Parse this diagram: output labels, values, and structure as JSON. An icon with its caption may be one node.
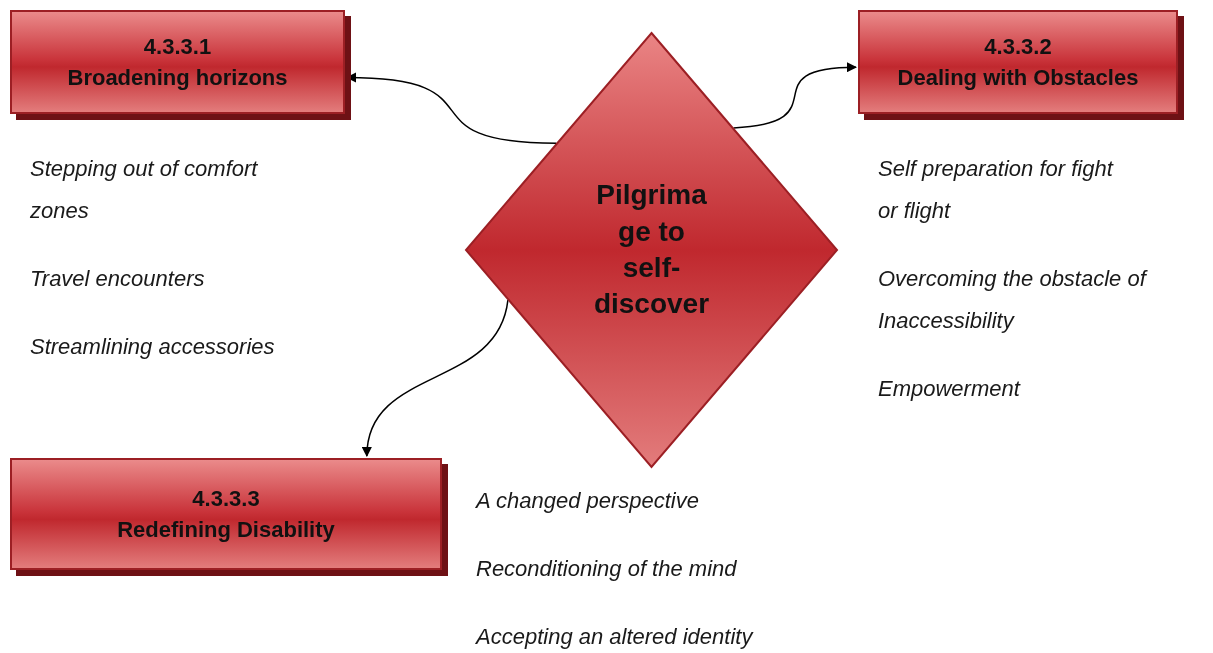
{
  "diagram": {
    "nodes": [
      {
        "text": [
          "4.3.3.1",
          "Broadening horizons"
        ],
        "beside": [
          "Stepping out of comfort zones",
          "Travel encounters",
          "Streamlining accessories"
        ]
      },
      {
        "text": [
          "4.3.3.2",
          "Dealing with Obstacles"
        ],
        "beside": [
          "Self preparation for fight or flight",
          "Overcoming the obstacle of Inaccessibility",
          "Empowerment"
        ]
      },
      {
        "text": [
          "Pilgrima ge to self- discover"
        ]
      },
      {
        "text": [
          "4.3.3.3",
          "Redefining Disability"
        ],
        "beside": [
          "A changed perspective",
          "Reconditioning of the mind",
          "Accepting an altered identity"
        ]
      }
    ],
    "edges": [
      {
        "from": 2,
        "to": 0,
        "arrow": "to"
      },
      {
        "from": 2,
        "to": 1,
        "arrow": "to"
      },
      {
        "from": 2,
        "to": 3,
        "arrow": "to"
      }
    ]
  }
}
